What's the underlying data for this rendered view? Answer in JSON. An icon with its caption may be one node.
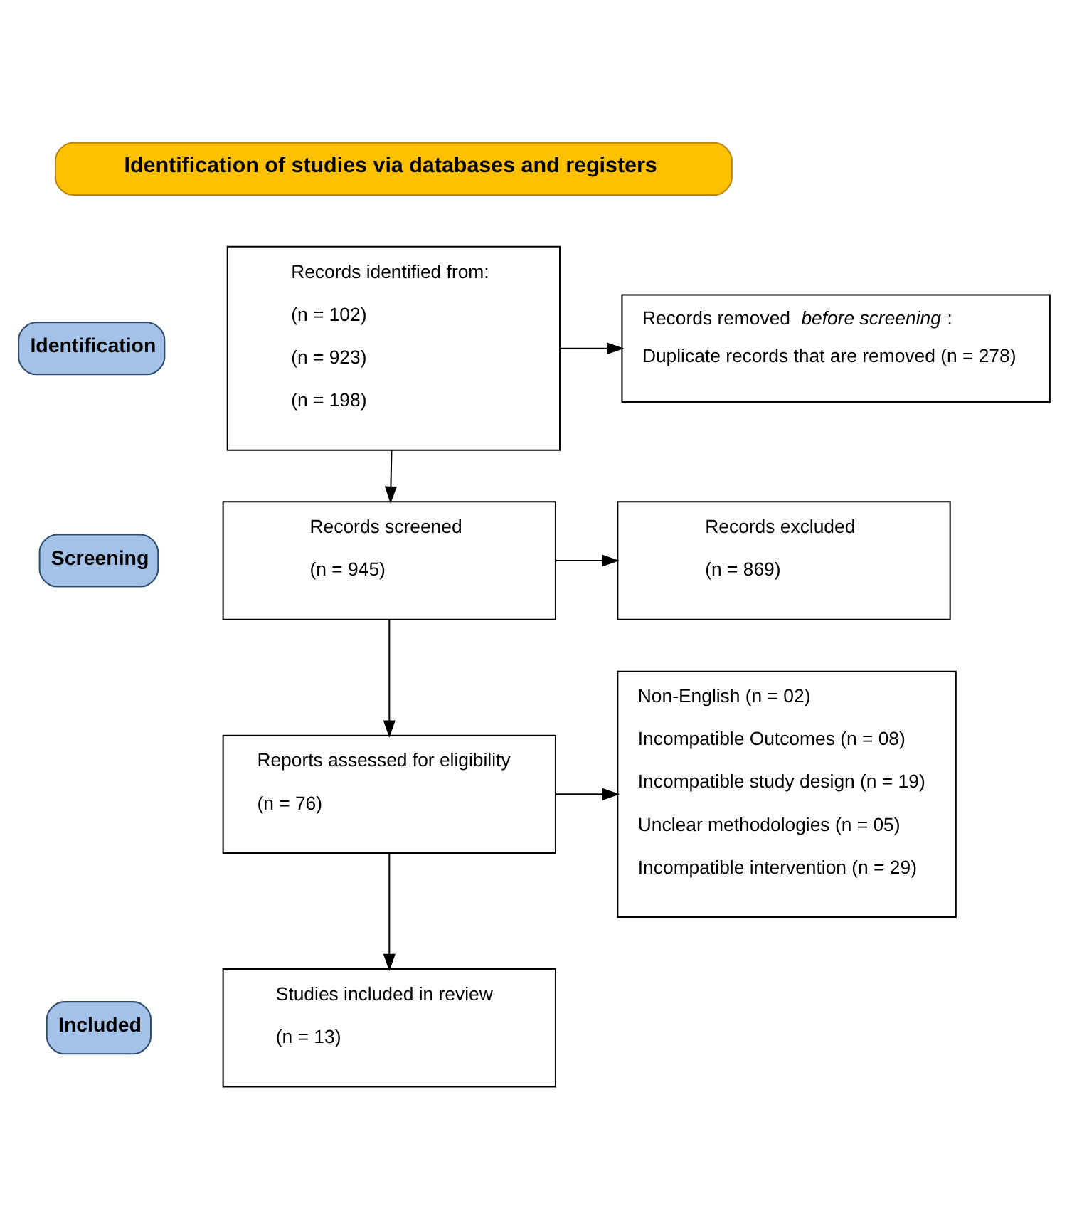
{
  "diagram": {
    "nodes": [
      {
        "text": [
          "Identification of studies via databases and registers"
        ]
      },
      {
        "text": [
          "Identification"
        ]
      },
      {
        "text": [
          "Screening"
        ]
      },
      {
        "text": [
          "Included"
        ]
      },
      {
        "text": [
          "Records identified from:",
          "(n = 102)",
          "(n = 923)",
          "(n = 198)"
        ]
      },
      {
        "text": [
          "Records removed *before screening*:",
          "Duplicate records that are removed (n = 278)"
        ]
      },
      {
        "text": [
          "Records screened",
          "(n = 945)"
        ]
      },
      {
        "text": [
          "Records excluded",
          "(n = 869)"
        ]
      },
      {
        "text": [
          "Reports assessed for eligibility",
          "(n = 76)"
        ]
      },
      {
        "text": [
          "Non-English (n = 02)",
          "Incompatible Outcomes (n = 08)",
          "Incompatible study design (n = 19)",
          "Unclear methodologies (n = 05)",
          "Incompatible intervention (n = 29)"
        ]
      },
      {
        "text": [
          "Studies included in review",
          "(n = 13)"
        ]
      }
    ],
    "edges": [
      {
        "from": 4,
        "to": 5,
        "arrow": "to"
      },
      {
        "from": 4,
        "to": 6,
        "arrow": "to"
      },
      {
        "from": 6,
        "to": 7,
        "arrow": "to"
      },
      {
        "from": 6,
        "to": 8,
        "arrow": "to"
      },
      {
        "from": 8,
        "to": 9,
        "arrow": "to"
      },
      {
        "from": 8,
        "to": 10,
        "arrow": "to"
      }
    ]
  }
}
